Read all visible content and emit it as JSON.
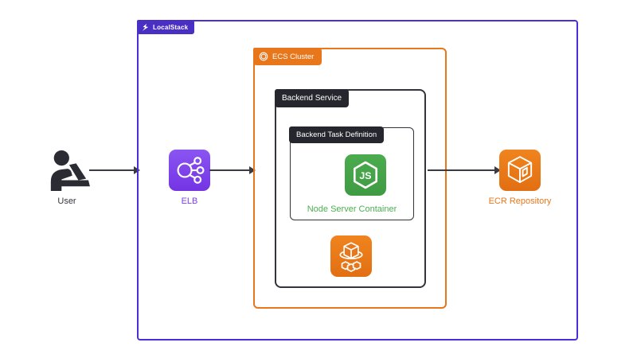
{
  "localstack_boundary": {
    "label": "LocalStack",
    "border_color": "#4A2FD9",
    "badge_bg": "#4A2FC4",
    "icon": "localstack-logo-icon"
  },
  "ecs_cluster": {
    "label": "ECS Cluster",
    "accent_color": "#E8771B",
    "icon": "ecs-cluster-badge-icon"
  },
  "backend_service": {
    "label": "Backend Service",
    "badge_bg": "#26262E",
    "border_color": "#33333C"
  },
  "backend_task_definition": {
    "label": "Backend Task Definition",
    "badge_bg": "#26262E",
    "border_color": "#33333C"
  },
  "node_server_container": {
    "label": "Node Server Container",
    "label_color": "#4CAF50",
    "icon": "nodejs-icon",
    "icon_bg": "#43A047",
    "icon_letters": "JS"
  },
  "ecs_service_icon": {
    "icon": "ecs-service-icon",
    "bg": "#E8771B"
  },
  "external_nodes": {
    "user": {
      "label": "User",
      "label_color": "#33333B",
      "icon": "user-laptop-icon"
    },
    "elb": {
      "label": "ELB",
      "label_color": "#7B3FE8",
      "icon": "elastic-load-balancer-icon",
      "icon_bg": "#8450F0"
    },
    "ecr": {
      "label": "ECR Repository",
      "label_color": "#E8771B",
      "icon": "ecr-repository-icon",
      "icon_bg": "#E8771B"
    }
  },
  "arrows": {
    "color": "#3A3A42",
    "connections": [
      "User to LocalStack boundary (ELB)",
      "ELB to ECS Cluster",
      "Backend Service to ECR Repository"
    ]
  }
}
